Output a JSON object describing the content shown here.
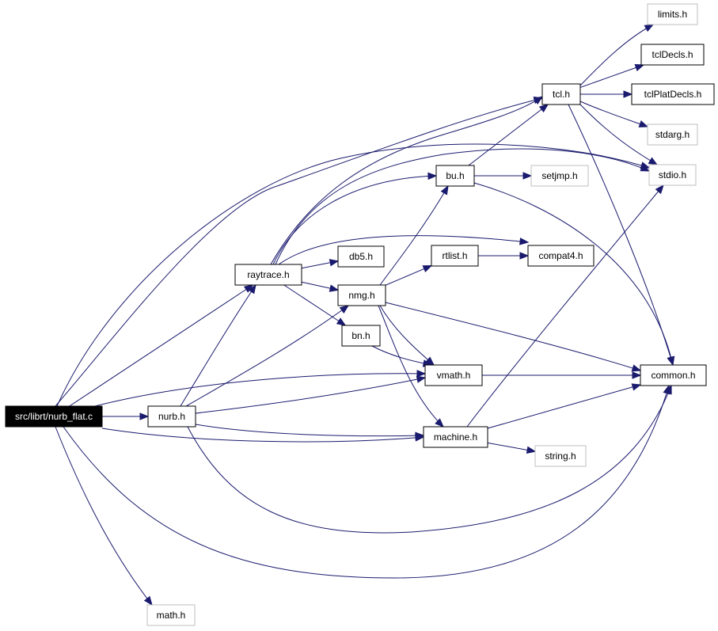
{
  "graph": {
    "nodes": [
      {
        "id": "nurb_flat",
        "label": "src/librt/nurb_flat.c",
        "style": "root"
      },
      {
        "id": "nurb",
        "label": "nurb.h",
        "style": "normal"
      },
      {
        "id": "raytrace",
        "label": "raytrace.h",
        "style": "normal"
      },
      {
        "id": "db5",
        "label": "db5.h",
        "style": "normal"
      },
      {
        "id": "nmg",
        "label": "nmg.h",
        "style": "normal"
      },
      {
        "id": "bn",
        "label": "bn.h",
        "style": "normal"
      },
      {
        "id": "rtlist",
        "label": "rtlist.h",
        "style": "normal"
      },
      {
        "id": "compat4",
        "label": "compat4.h",
        "style": "normal"
      },
      {
        "id": "bu",
        "label": "bu.h",
        "style": "normal"
      },
      {
        "id": "setjmp",
        "label": "setjmp.h",
        "style": "external"
      },
      {
        "id": "tcl",
        "label": "tcl.h",
        "style": "normal"
      },
      {
        "id": "limits",
        "label": "limits.h",
        "style": "external"
      },
      {
        "id": "tclDecls",
        "label": "tclDecls.h",
        "style": "normal"
      },
      {
        "id": "tclPlatDecls",
        "label": "tclPlatDecls.h",
        "style": "normal"
      },
      {
        "id": "stdarg",
        "label": "stdarg.h",
        "style": "external"
      },
      {
        "id": "stdio",
        "label": "stdio.h",
        "style": "external"
      },
      {
        "id": "common",
        "label": "common.h",
        "style": "normal"
      },
      {
        "id": "vmath",
        "label": "vmath.h",
        "style": "normal"
      },
      {
        "id": "machine",
        "label": "machine.h",
        "style": "normal"
      },
      {
        "id": "string",
        "label": "string.h",
        "style": "external"
      },
      {
        "id": "math",
        "label": "math.h",
        "style": "external"
      }
    ],
    "edges": [
      {
        "from": "nurb_flat",
        "to": "nurb"
      },
      {
        "from": "nurb_flat",
        "to": "raytrace"
      },
      {
        "from": "nurb_flat",
        "to": "tcl"
      },
      {
        "from": "nurb_flat",
        "to": "stdio"
      },
      {
        "from": "nurb_flat",
        "to": "vmath"
      },
      {
        "from": "nurb_flat",
        "to": "machine"
      },
      {
        "from": "nurb_flat",
        "to": "common"
      },
      {
        "from": "nurb_flat",
        "to": "math"
      },
      {
        "from": "nurb",
        "to": "raytrace"
      },
      {
        "from": "nurb",
        "to": "nmg"
      },
      {
        "from": "nurb",
        "to": "vmath"
      },
      {
        "from": "nurb",
        "to": "machine"
      },
      {
        "from": "nurb",
        "to": "common"
      },
      {
        "from": "raytrace",
        "to": "db5"
      },
      {
        "from": "raytrace",
        "to": "nmg"
      },
      {
        "from": "raytrace",
        "to": "bn"
      },
      {
        "from": "raytrace",
        "to": "bu"
      },
      {
        "from": "raytrace",
        "to": "compat4"
      },
      {
        "from": "raytrace",
        "to": "tcl"
      },
      {
        "from": "raytrace",
        "to": "stdio"
      },
      {
        "from": "nmg",
        "to": "rtlist"
      },
      {
        "from": "nmg",
        "to": "bu"
      },
      {
        "from": "nmg",
        "to": "vmath"
      },
      {
        "from": "nmg",
        "to": "machine"
      },
      {
        "from": "nmg",
        "to": "common"
      },
      {
        "from": "bn",
        "to": "vmath"
      },
      {
        "from": "rtlist",
        "to": "compat4"
      },
      {
        "from": "bu",
        "to": "setjmp"
      },
      {
        "from": "bu",
        "to": "tcl"
      },
      {
        "from": "bu",
        "to": "common"
      },
      {
        "from": "tcl",
        "to": "limits"
      },
      {
        "from": "tcl",
        "to": "tclDecls"
      },
      {
        "from": "tcl",
        "to": "tclPlatDecls"
      },
      {
        "from": "tcl",
        "to": "stdarg"
      },
      {
        "from": "tcl",
        "to": "stdio"
      },
      {
        "from": "tcl",
        "to": "common"
      },
      {
        "from": "vmath",
        "to": "common"
      },
      {
        "from": "machine",
        "to": "string"
      },
      {
        "from": "machine",
        "to": "stdio"
      },
      {
        "from": "machine",
        "to": "common"
      }
    ]
  }
}
